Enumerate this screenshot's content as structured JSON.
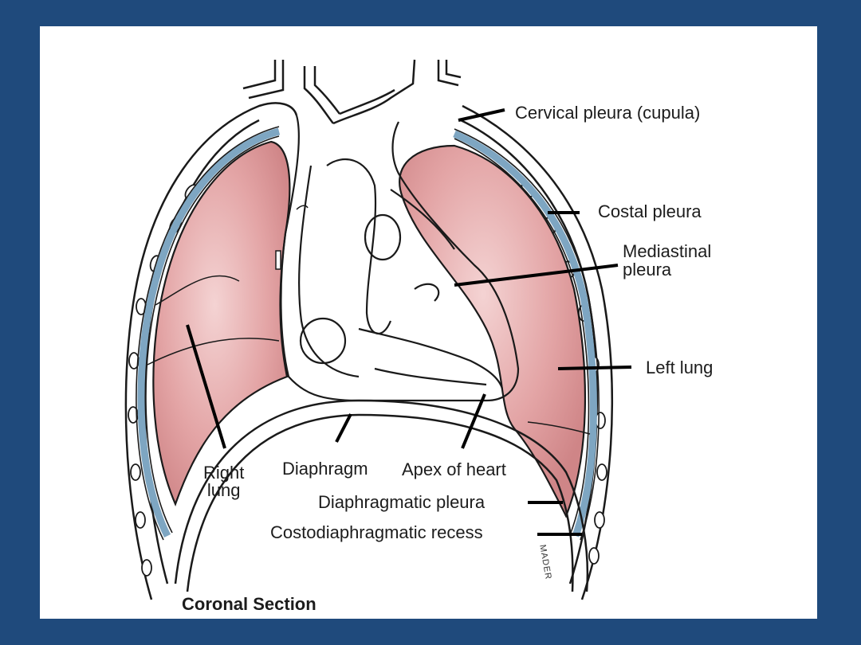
{
  "diagram": {
    "caption": "Coronal Section",
    "signature": "MADER",
    "labels": {
      "cervical_pleura": "Cervical pleura (cupula)",
      "costal_pleura": "Costal pleura",
      "mediastinal_pleura": "Mediastinal\npleura",
      "left_lung": "Left lung",
      "right_lung": "Right\nlung",
      "diaphragm": "Diaphragm",
      "apex_of_heart": "Apex of heart",
      "diaphragmatic_pleura": "Diaphragmatic pleura",
      "costodiaphragmatic_recess": "Costodiaphragmatic recess"
    },
    "colors": {
      "background": "#1f4a7c",
      "panel": "#ffffff",
      "lung": "#d98f91",
      "pleura": "#7ea6c2",
      "outline": "#1a1a1a"
    }
  }
}
